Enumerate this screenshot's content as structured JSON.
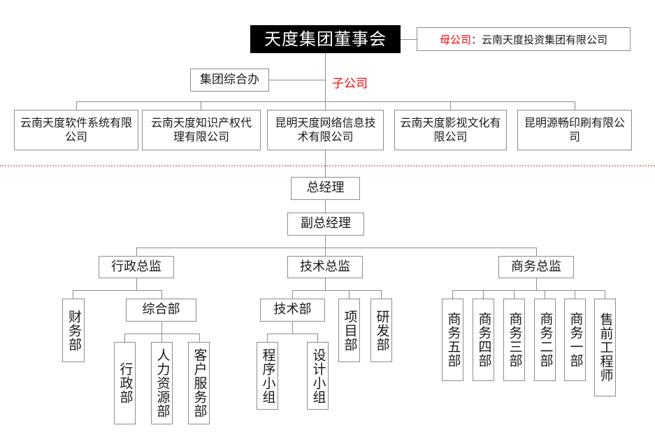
{
  "diagram": {
    "title_board": "天度集团董事会",
    "parent_tag": "母公司",
    "parent_separator": "：",
    "parent_company": "云南天度投资集团有限公司",
    "subsidiary_tag": "子公司",
    "group_office": "集团综合办",
    "subsidiaries": [
      "云南天度软件系统有限公司",
      "云南天度知识产权代理有限公司",
      "昆明天度网络信息技术有限公司",
      "云南天度影视文化有限公司",
      "昆明源畅印刷有限公司"
    ],
    "general_manager": "总经理",
    "deputy_general_manager": "副总经理",
    "directors": [
      "行政总监",
      "技术总监",
      "商务总监"
    ],
    "admin_branch": {
      "finance": "财务部",
      "general_affairs": "综合部",
      "general_affairs_children": [
        "行政部",
        "人力资源部",
        "客户服务部"
      ]
    },
    "tech_branch": {
      "tech_dept": "技术部",
      "tech_dept_children": [
        "程序小组",
        "设计小组"
      ],
      "project_dept": "项目部",
      "rd_dept": "研发部"
    },
    "business_branch": {
      "units": [
        "商务五部",
        "商务四部",
        "商务三部",
        "商务二部",
        "商务一部",
        "售前工程师"
      ]
    },
    "colors": {
      "accent_red": "#ff0000",
      "divider": "#f08a8a",
      "border": "#8c8c8c",
      "board_bg": "#000000"
    }
  }
}
